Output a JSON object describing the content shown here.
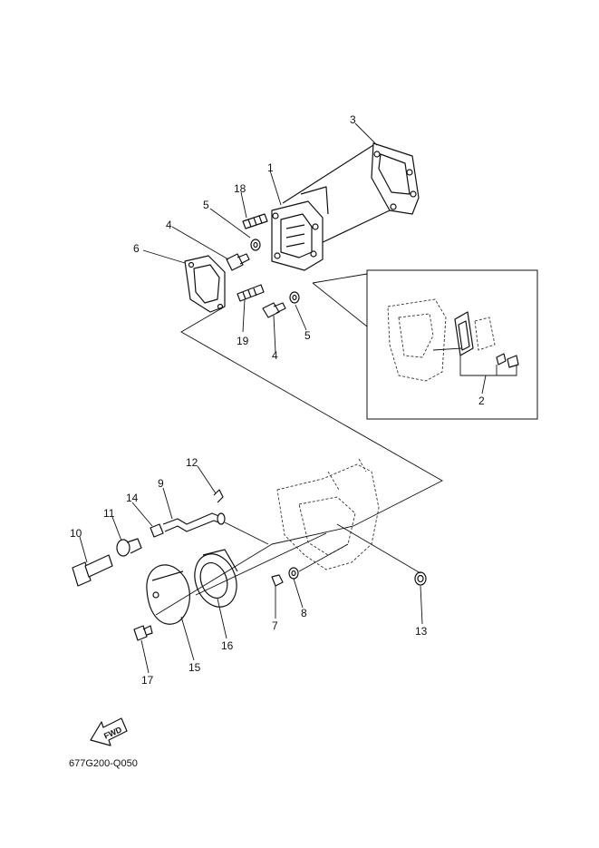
{
  "diagram": {
    "drawing_code": "677G200-Q050",
    "fwd_label": "FWD",
    "callouts": [
      {
        "id": "1",
        "text": "1"
      },
      {
        "id": "2",
        "text": "2"
      },
      {
        "id": "3",
        "text": "3"
      },
      {
        "id": "4a",
        "text": "4"
      },
      {
        "id": "4b",
        "text": "4"
      },
      {
        "id": "5a",
        "text": "5"
      },
      {
        "id": "5b",
        "text": "5"
      },
      {
        "id": "6",
        "text": "6"
      },
      {
        "id": "7",
        "text": "7"
      },
      {
        "id": "8",
        "text": "8"
      },
      {
        "id": "9",
        "text": "9"
      },
      {
        "id": "10",
        "text": "10"
      },
      {
        "id": "11",
        "text": "11"
      },
      {
        "id": "12",
        "text": "12"
      },
      {
        "id": "13",
        "text": "13"
      },
      {
        "id": "14",
        "text": "14"
      },
      {
        "id": "15",
        "text": "15"
      },
      {
        "id": "16",
        "text": "16"
      },
      {
        "id": "17",
        "text": "17"
      },
      {
        "id": "18",
        "text": "18"
      },
      {
        "id": "19",
        "text": "19"
      }
    ]
  }
}
